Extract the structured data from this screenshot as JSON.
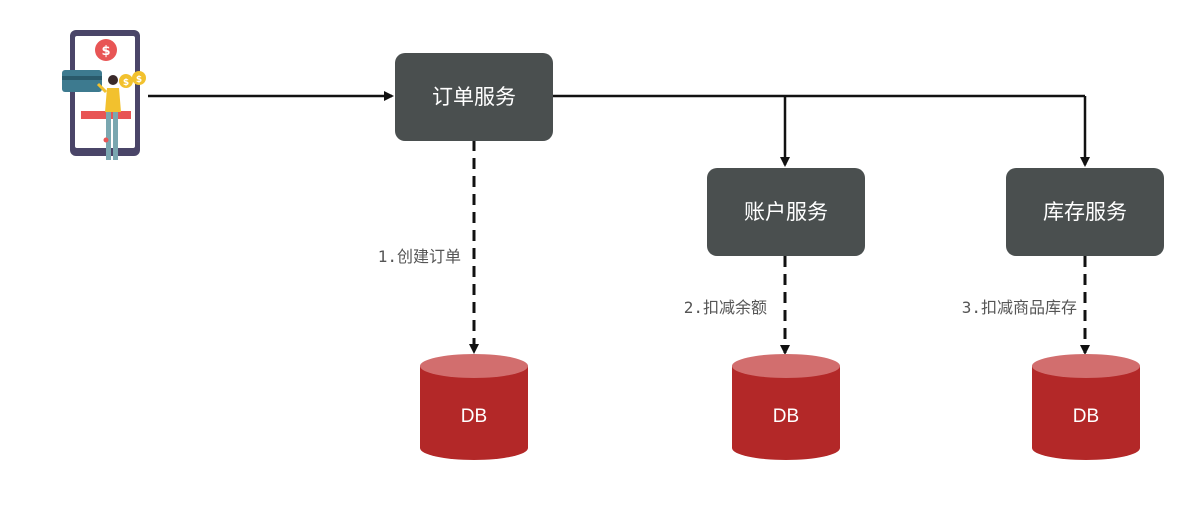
{
  "services": {
    "order": "订单服务",
    "account": "账户服务",
    "inventory": "库存服务"
  },
  "steps": {
    "create_order": "1.创建订单",
    "deduct_balance": "2.扣减余额",
    "deduct_stock": "3.扣减商品库存"
  },
  "databases": {
    "order_db": "DB",
    "account_db": "DB",
    "inventory_db": "DB"
  },
  "colors": {
    "service_box": "#4a4f4f",
    "db_body": "#b32828",
    "db_top": "#d26e6e",
    "arrow": "#111111",
    "step_text": "#555555"
  },
  "icons": {
    "client": "mobile-payment-user-icon"
  }
}
